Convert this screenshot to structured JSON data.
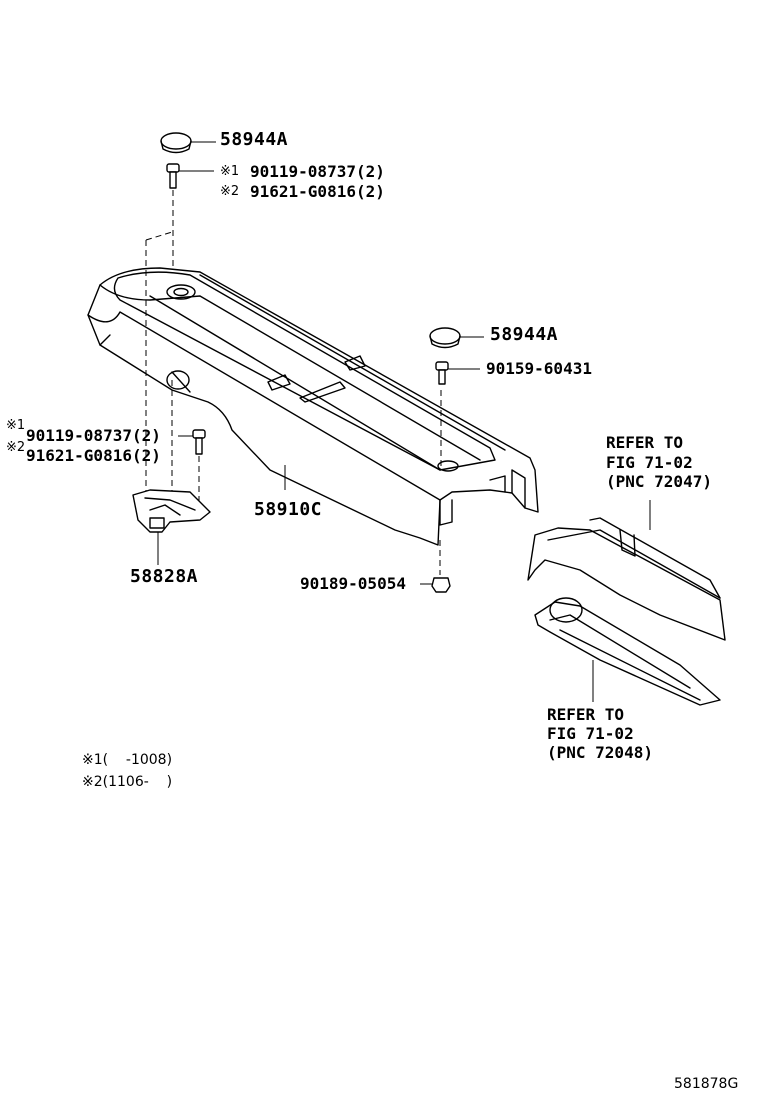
{
  "parts": {
    "cap_top": "58944A",
    "bolt_top_mark1": "※1",
    "bolt_top_pn1": "90119-08737(2)",
    "bolt_top_mark2": "※2",
    "bolt_top_pn2": "91621-G0816(2)",
    "cap_mid": "58944A",
    "screw_mid": "90159-60431",
    "bolt_left_mark1": "※1",
    "bolt_left_pn1": "90119-08737(2)",
    "bolt_left_mark2": "※2",
    "bolt_left_pn2": "91621-G0816(2)",
    "console_panel": "58910C",
    "bracket": "58828A",
    "clip": "90189-05054"
  },
  "refer_a": {
    "line1": "REFER TO",
    "line2": "FIG 71-02",
    "line3": "(PNC 72047)"
  },
  "refer_b": {
    "line1": "REFER TO",
    "line2": "FIG 71-02",
    "line3": "(PNC 72048)"
  },
  "notes": {
    "note1": "※1(    -1008)",
    "note2": "※2(1106-    )"
  },
  "diagram_code": "581878G"
}
